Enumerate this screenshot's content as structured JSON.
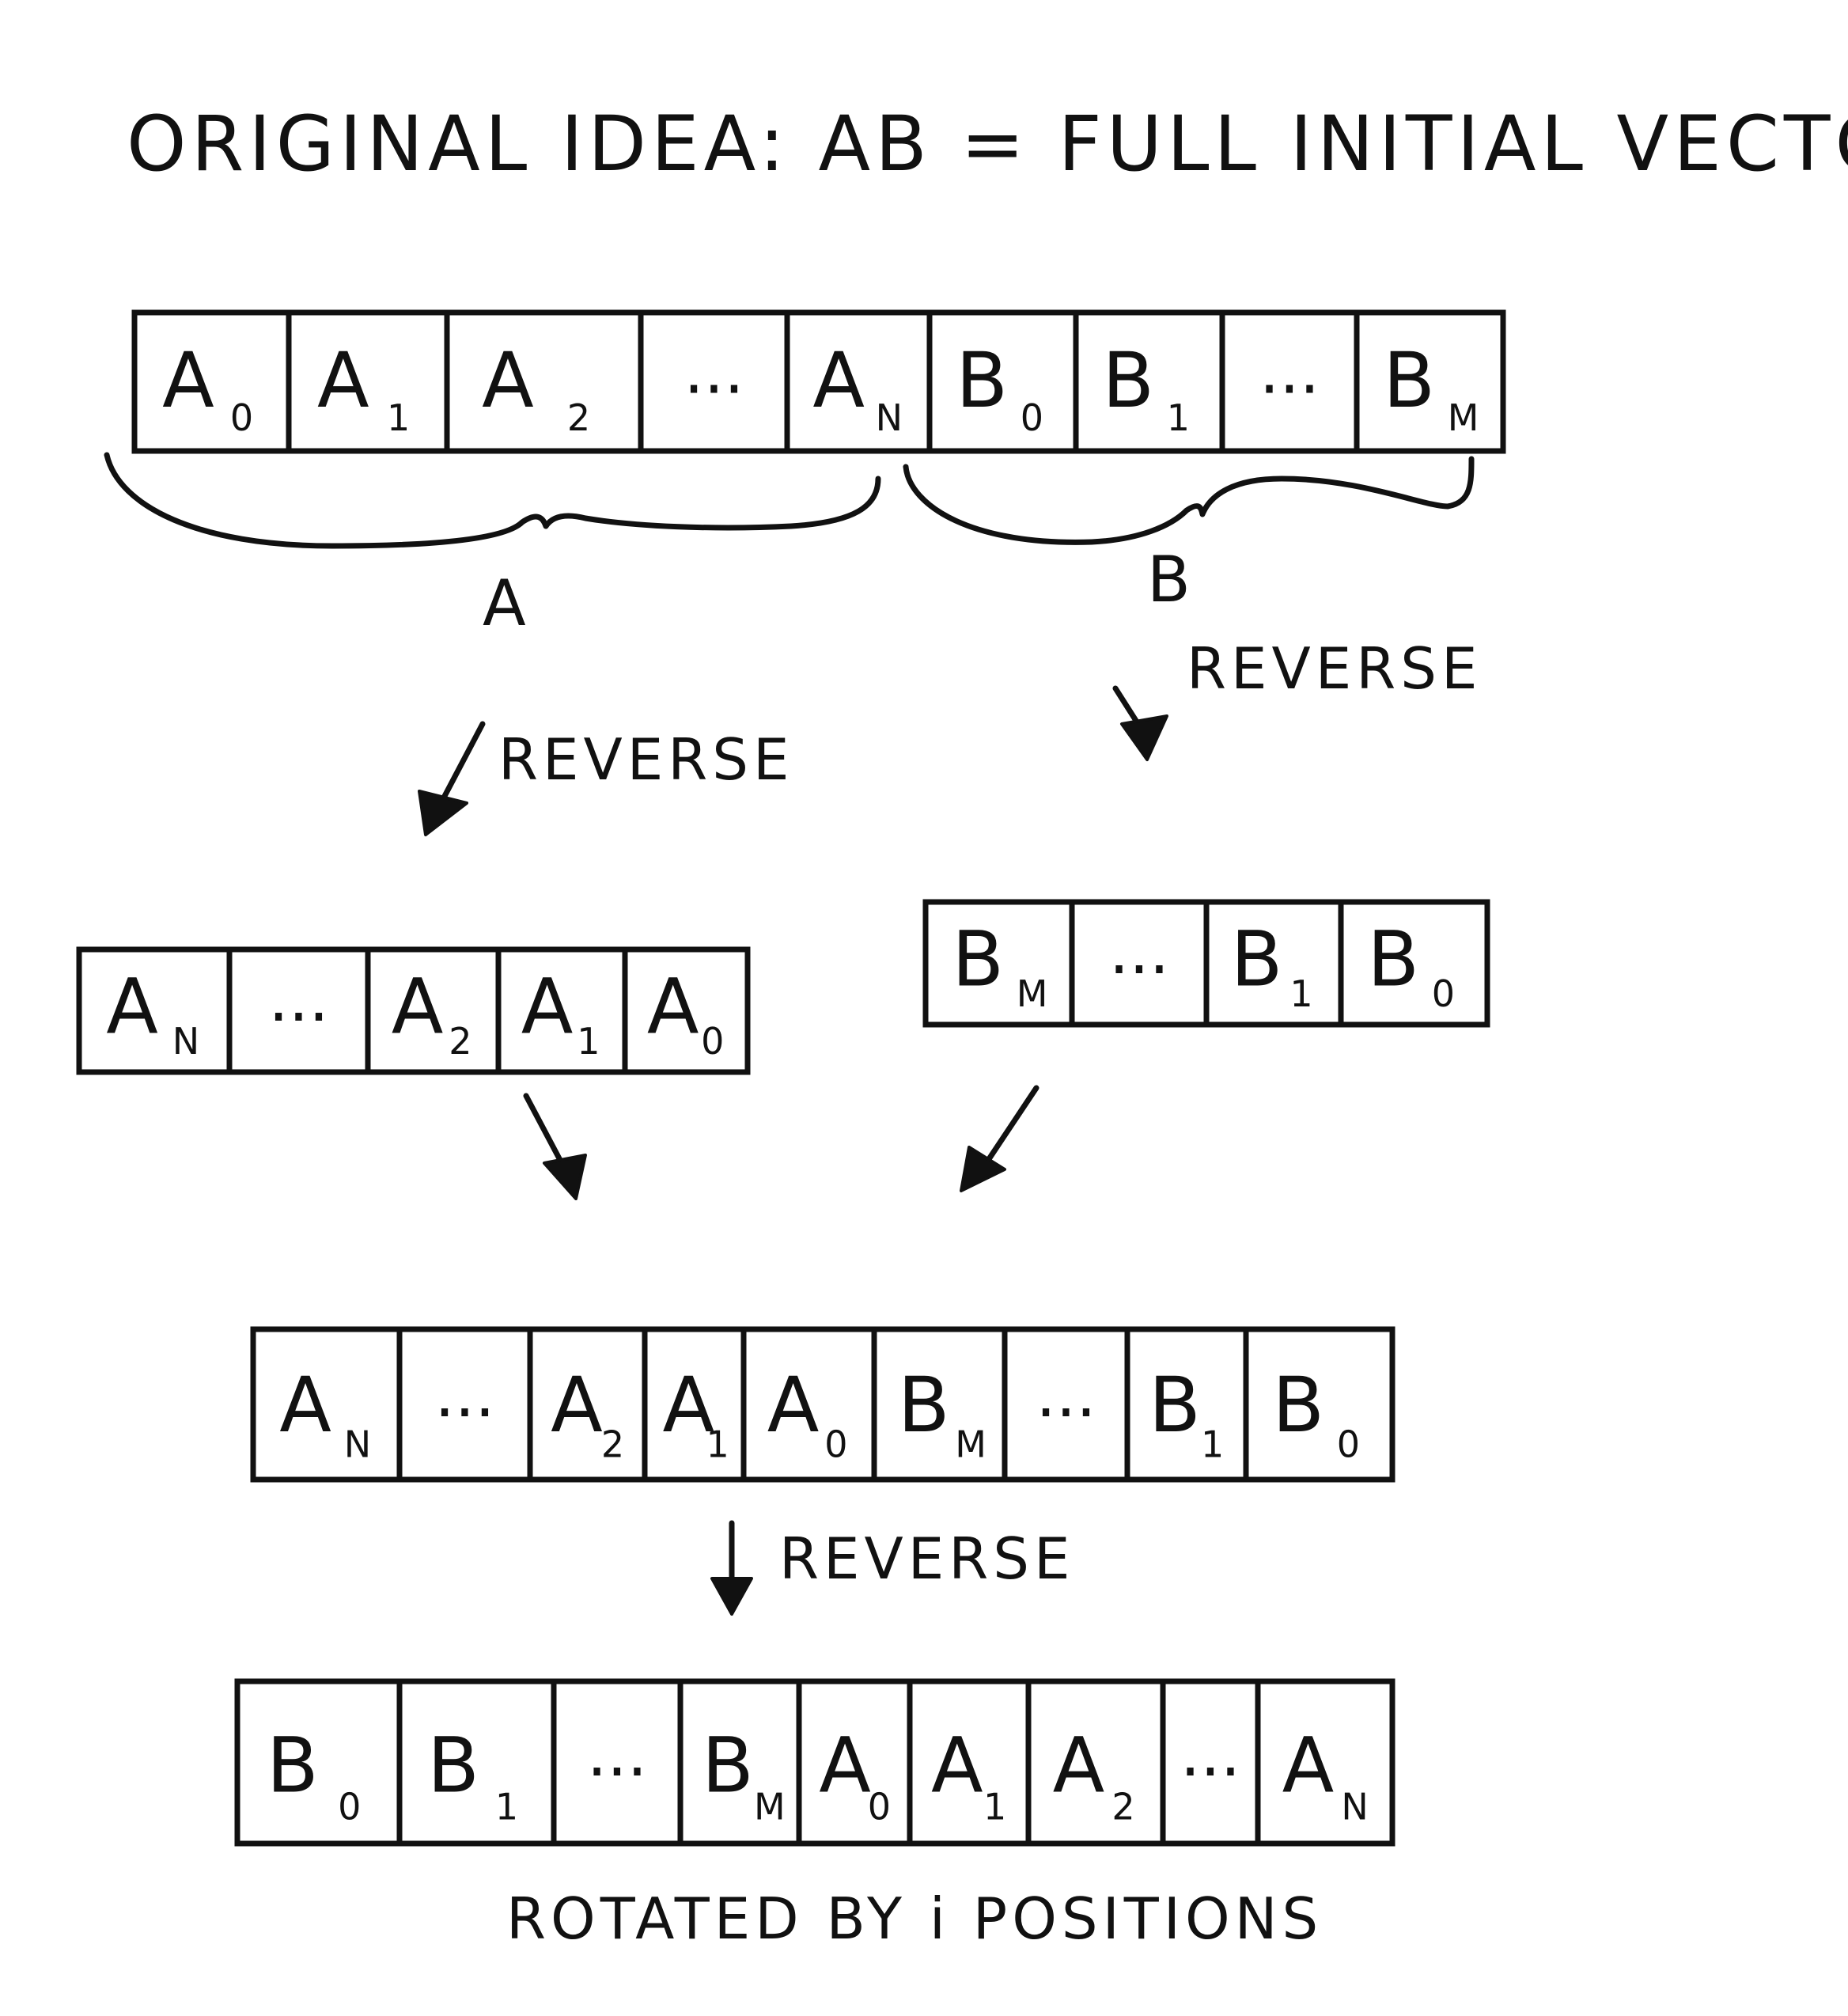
{
  "title": "ORIGINAL IDEA: AB = FULL INITIAL VECTOR",
  "brace_labels": {
    "a": "A",
    "b": "B"
  },
  "step_labels": {
    "reverse_a": "REVERSE",
    "reverse_b": "REVERSE",
    "reverse_all": "REVERSE"
  },
  "caption": "ROTATED BY i POSITIONS",
  "rows": {
    "initial": [
      {
        "main": "A",
        "sub": "0"
      },
      {
        "main": "A",
        "sub": "1"
      },
      {
        "main": "A",
        "sub": "2"
      },
      {
        "main": "...",
        "sub": ""
      },
      {
        "main": "A",
        "sub": "N"
      },
      {
        "main": "B",
        "sub": "0"
      },
      {
        "main": "B",
        "sub": "1"
      },
      {
        "main": "...",
        "sub": ""
      },
      {
        "main": "B",
        "sub": "M"
      }
    ],
    "reversed_a": [
      {
        "main": "A",
        "sub": "N"
      },
      {
        "main": "...",
        "sub": ""
      },
      {
        "main": "A",
        "sub": "2"
      },
      {
        "main": "A",
        "sub": "1"
      },
      {
        "main": "A",
        "sub": "0"
      }
    ],
    "reversed_b": [
      {
        "main": "B",
        "sub": "M"
      },
      {
        "main": "...",
        "sub": ""
      },
      {
        "main": "B",
        "sub": "1"
      },
      {
        "main": "B",
        "sub": "0"
      }
    ],
    "combined": [
      {
        "main": "A",
        "sub": "N"
      },
      {
        "main": "...",
        "sub": ""
      },
      {
        "main": "A",
        "sub": "2"
      },
      {
        "main": "A",
        "sub": "1"
      },
      {
        "main": "A",
        "sub": "0"
      },
      {
        "main": "B",
        "sub": "M"
      },
      {
        "main": "...",
        "sub": ""
      },
      {
        "main": "B",
        "sub": "1"
      },
      {
        "main": "B",
        "sub": "0"
      }
    ],
    "rotated": [
      {
        "main": "B",
        "sub": "0"
      },
      {
        "main": "B",
        "sub": "1"
      },
      {
        "main": "...",
        "sub": ""
      },
      {
        "main": "B",
        "sub": "M"
      },
      {
        "main": "A",
        "sub": "0"
      },
      {
        "main": "A",
        "sub": "1"
      },
      {
        "main": "A",
        "sub": "2"
      },
      {
        "main": "...",
        "sub": ""
      },
      {
        "main": "A",
        "sub": "N"
      }
    ]
  }
}
